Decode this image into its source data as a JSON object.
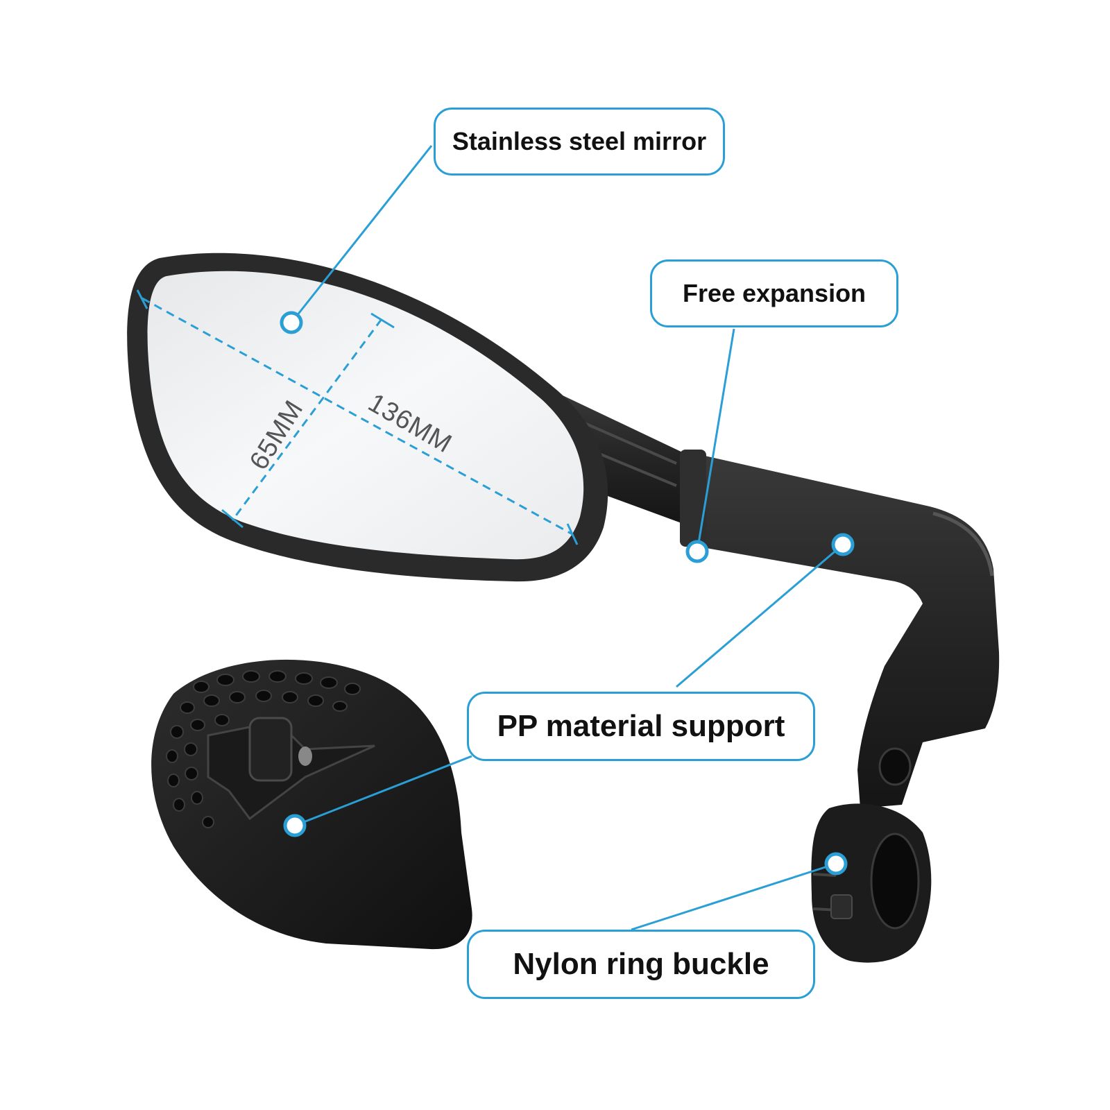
{
  "callouts": {
    "mirror": "Stainless steel mirror",
    "expansion": "Free expansion",
    "support": "PP material support",
    "buckle": "Nylon ring buckle"
  },
  "dimensions": {
    "width_label": "65MM",
    "length_label": "136MM"
  },
  "colors": {
    "accent": "#2a9fd6",
    "product": "#1f1f1f",
    "mirror_glass": "#f2f3f4"
  }
}
